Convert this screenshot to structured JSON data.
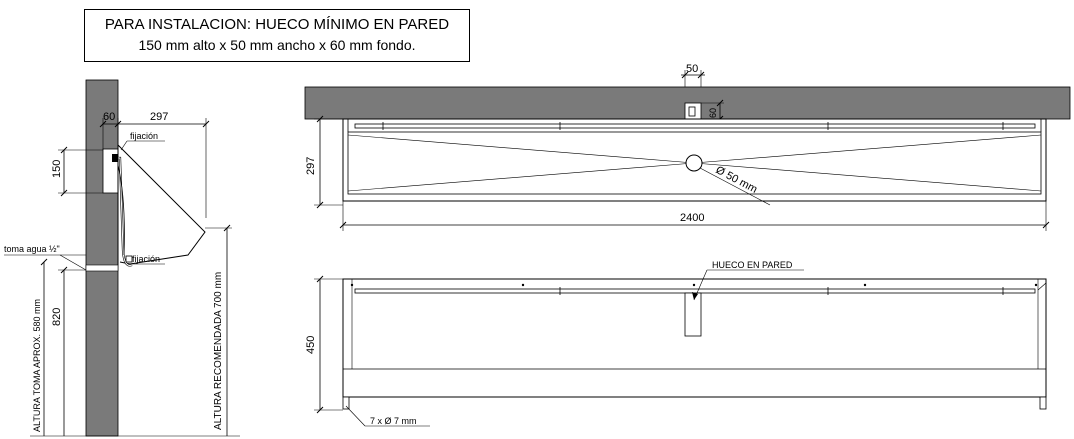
{
  "title": {
    "line1": "PARA INSTALACION: HUECO MÍNIMO EN PARED",
    "line2": "150 mm alto x 50 mm ancho x 60 mm fondo."
  },
  "side_view": {
    "dim_60": "60",
    "dim_297": "297",
    "label_fijacion_top": "fijación",
    "label_fijacion_bottom": "fijación",
    "dim_150": "150",
    "label_toma_agua": "toma agua ½\"",
    "dim_820": "820",
    "label_altura_toma": "ALTURA TOMA APROX. 580 mm",
    "label_altura_recomendada": "ALTURA RECOMENDADA 700 mm"
  },
  "top_view": {
    "dim_50": "50",
    "dim_60": "60",
    "dim_297": "297",
    "dim_diameter": "Ø 50 mm",
    "dim_2400": "2400"
  },
  "front_view": {
    "label_hueco": "HUECO EN PARED",
    "dim_450": "450",
    "label_holes": "7 x Ø 7 mm"
  },
  "colors": {
    "wall": "#7a7a7a",
    "line": "#000000",
    "background": "#ffffff"
  }
}
